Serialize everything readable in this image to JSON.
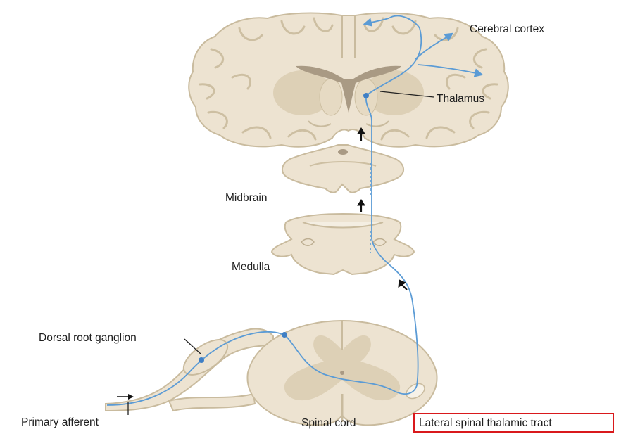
{
  "labels": {
    "cerebral_cortex": "Cerebral cortex",
    "thalamus": "Thalamus",
    "midbrain": "Midbrain",
    "medulla": "Medulla",
    "dorsal_root_ganglion": "Dorsal root ganglion",
    "primary_afferent": "Primary afferent",
    "spinal_cord": "Spinal cord",
    "lateral_spinal_thalamic_tract": "Lateral spinal thalamic tract"
  },
  "colors": {
    "tissue": "#ede3d1",
    "tissue_outline": "#c9bb9e",
    "grey_matter": "#ddd0b6",
    "ventricle": "#a99a84",
    "pathway": "#5b9bd5",
    "highlight_box": "#d9191c",
    "leader_line": "#222222"
  },
  "icons": {
    "ascending_arrow": "up-arrow-icon",
    "input_arrow": "right-arrow-icon"
  }
}
